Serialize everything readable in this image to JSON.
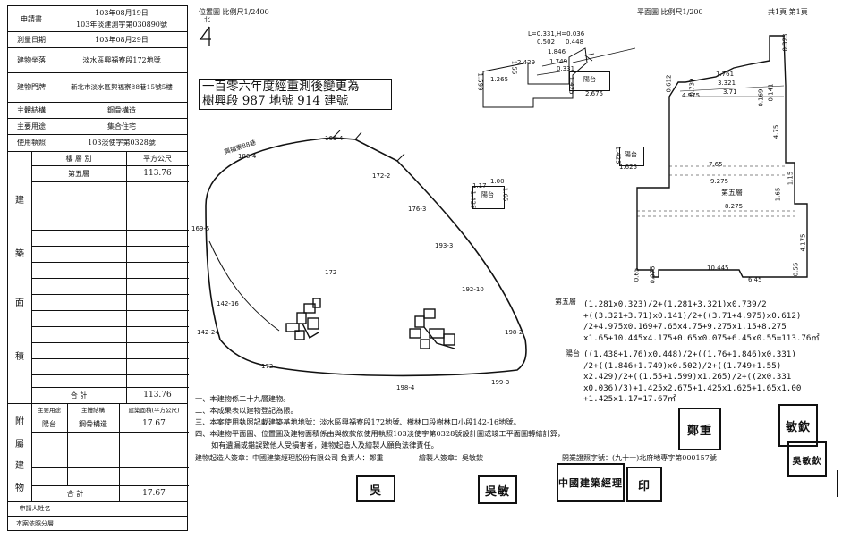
{
  "table": {
    "application_label": "申請書",
    "application_date": "103年08月19日",
    "application_number": "103年淡建測字第030890號",
    "survey_date_label": "測量日期",
    "survey_date": "103年08月29日",
    "site_label": "建物坐落",
    "site": "淡水區興福寮段172地號",
    "door_label": "建物門牌",
    "door": "新北市淡水區興福寮88巷15號5樓",
    "structure_label": "主體結構",
    "structure": "鋼骨構造",
    "use_label": "主要用途",
    "use": "集合住宅",
    "license_label": "使用執照",
    "license": "103淡使字第0328號",
    "floor_header": "樓 層 別",
    "area_header": "平方公尺",
    "building_chars": [
      "建",
      "築",
      "面",
      "積"
    ],
    "floor_name": "第五層",
    "floor_area": "113.76",
    "total_label": "合 計",
    "total_area": "113.76",
    "attached_chars": [
      "附",
      "屬",
      "建",
      "物"
    ],
    "attached_header_use": "主要用途",
    "attached_header_structure": "主體結構",
    "attached_header_area": "建築面積(平方公尺)",
    "attached_use": "陽台",
    "attached_structure": "鋼骨構造",
    "attached_area": "17.67",
    "attached_total_label": "合 計",
    "attached_total": "17.67",
    "applicant_label": "申請人姓名",
    "copy_label": "本案依照分層"
  },
  "header": {
    "location_map_label": "位置圖 比例尺1/2400",
    "north_label": "北",
    "plan_label": "平面圖 比例尺1/200",
    "page_label": "共1頁 第1頁"
  },
  "notice_line1": "一百零六年度經重測後變更為",
  "notice_line2": "樹興段 987 地號 914 建號",
  "location_map": {
    "road_label": "興福寮88巷",
    "lots": [
      "169-4",
      "186-4",
      "172-2",
      "176-3",
      "169-5",
      "193-3",
      "172",
      "192-10",
      "142-16",
      "198-2",
      "142-24",
      "172",
      "198-4",
      "199-3"
    ]
  },
  "balcony_detail": {
    "dims": [
      "L=0.331,H=0.036",
      "0.502",
      "0.448",
      "2.429",
      "1.846",
      "1.749",
      "1.55",
      "1.599",
      "1.265",
      "0.331",
      "1.425",
      "2.675"
    ],
    "label": "陽台"
  },
  "small_balcony": {
    "dims": [
      "1.00",
      "1.17",
      "1.425",
      "1.65"
    ],
    "label": "陽台"
  },
  "left_balcony": {
    "dims": [
      "1.625",
      "1.425"
    ],
    "label": "陽台"
  },
  "floor_plan": {
    "label": "第五層",
    "dims": [
      "0.323",
      "1.761",
      "3.321",
      "3.71",
      "4.975",
      "0.612",
      "0.169",
      "0.141",
      "4.75",
      "7.65",
      "9.275",
      "8.275",
      "1.15",
      "1.65",
      "4.175",
      "10.445",
      "0.55",
      "6.45",
      "0.65",
      "0.075",
      "0.739"
    ]
  },
  "calc": {
    "floor_label": "第五層",
    "floor_lines": [
      "(1.281x0.323)/2+(1.281+3.321)x0.739/2",
      "+((3.321+3.71)x0.141)/2+((3.71+4.975)x0.612)",
      "/2+4.975x0.169+7.65x4.75+9.275x1.15+8.275",
      "x1.65+10.445x4.175+0.65x0.075+6.45x0.55=113.76㎡"
    ],
    "balcony_label": "陽台",
    "balcony_lines": [
      "((1.438+1.76)x0.448)/2+((1.76+1.846)x0.331)",
      "/2+((1.846+1.749)x0.502)/2+((1.749+1.55)",
      "x2.429)/2+((1.55+1.599)x1.265)/2+((2x0.331",
      "x0.036)/3)+1.425x2.675+1.425x1.625+1.65x1.00",
      "+1.425x1.17=17.67㎡"
    ]
  },
  "notes": [
    "一、本建物係二十九層建物。",
    "二、本成果表以建物登記為限。",
    "三、本案使用執照記載建築基地地號：淡水區興福寮段172地號、樹林口段樹林口小段142-16地號。",
    "四、本建物平面圖、位置圖及建物面積係由與敘款依使用執照103淡使字第0328號設計圖或竣工平面圖轉繪計算，",
    "如有遺漏或錯誤致他人受損害者，建物起造人及繪製人願負法律責任。"
  ],
  "footer": {
    "builder": "建物起造人簽章：中國建築經理股份有限公司 負責人：鄭重",
    "drafter": "繪製人簽章：吳敏欽",
    "license": "開業證照字號：(九十一)北府地專字第000157號"
  },
  "stamps": [
    "鄭重",
    "敏欽",
    "吳",
    "吳敏",
    "中國建築經理",
    "印",
    "吳敏欽"
  ]
}
